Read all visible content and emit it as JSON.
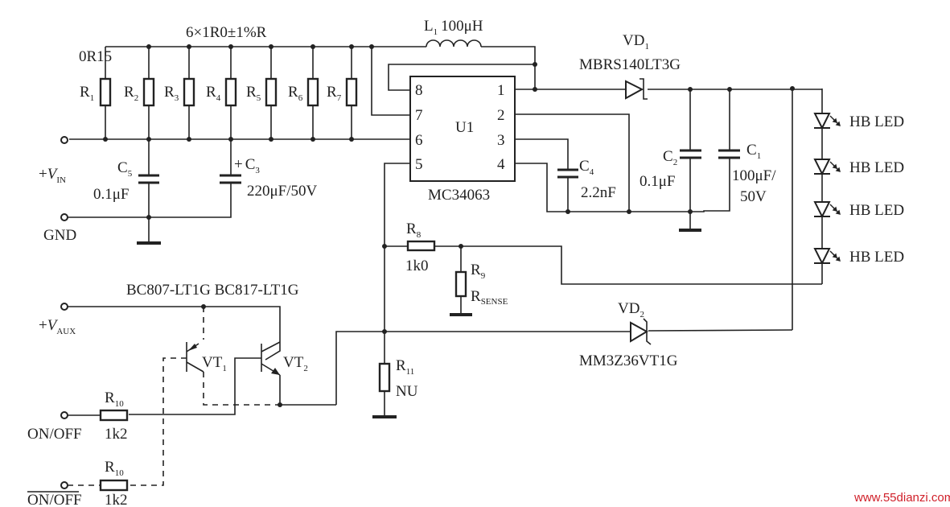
{
  "r1": {
    "main": "R",
    "sub": "1"
  },
  "r2": {
    "main": "R",
    "sub": "2"
  },
  "r3": {
    "main": "R",
    "sub": "3"
  },
  "r4": {
    "main": "R",
    "sub": "4"
  },
  "r5": {
    "main": "R",
    "sub": "5"
  },
  "r6": {
    "main": "R",
    "sub": "6"
  },
  "r7": {
    "main": "R",
    "sub": "7"
  },
  "r1_value": "0R15",
  "r2_7_value": "6×1R0±1%R",
  "l1": {
    "main": "L",
    "sub": "1",
    "value": "100μH"
  },
  "u1": {
    "name": "U1",
    "part": "MC34063",
    "pins": [
      "1",
      "2",
      "3",
      "4",
      "5",
      "6",
      "7",
      "8"
    ]
  },
  "vd1": {
    "main": "VD",
    "sub": "1",
    "part": "MBRS140LT3G"
  },
  "vd2": {
    "main": "VD",
    "sub": "2",
    "part": "MM3Z36VT1G"
  },
  "c1": {
    "main": "C",
    "sub": "1",
    "value_line1": "100μF/",
    "value_line2": "50V"
  },
  "c2": {
    "main": "C",
    "sub": "2",
    "value": "0.1μF"
  },
  "c3": {
    "plus": "+",
    "main": "C",
    "sub": "3",
    "value": "220μF/50V"
  },
  "c4": {
    "main": "C",
    "sub": "4",
    "value": "2.2nF"
  },
  "c5": {
    "main": "C",
    "sub": "5",
    "value": "0.1μF"
  },
  "leds": [
    "HB LED",
    "HB LED",
    "HB LED",
    "HB LED"
  ],
  "r8": {
    "main": "R",
    "sub": "8",
    "value": "1k0"
  },
  "r9": {
    "main": "R",
    "sub": "9",
    "value_main": "R",
    "value_sub": "SENSE"
  },
  "r11": {
    "main": "R",
    "sub": "11",
    "value": "NU"
  },
  "r10a": {
    "main": "R",
    "sub": "10",
    "value": "1k2"
  },
  "r10b": {
    "main": "R",
    "sub": "10",
    "value": "1k2"
  },
  "vin": {
    "prefix": "+",
    "main": "V",
    "sub": "IN"
  },
  "gnd": "GND",
  "vaux": {
    "prefix": "+",
    "main": "V",
    "sub": "AUX"
  },
  "on_off": "ON/OFF",
  "on_off_inv": "ON/OFF",
  "transistors_part": "BC807-LT1G BC817-LT1G",
  "vt1": {
    "main": "VT",
    "sub": "1"
  },
  "vt2": {
    "main": "VT",
    "sub": "2"
  },
  "watermark": "www.55dianzi.com"
}
